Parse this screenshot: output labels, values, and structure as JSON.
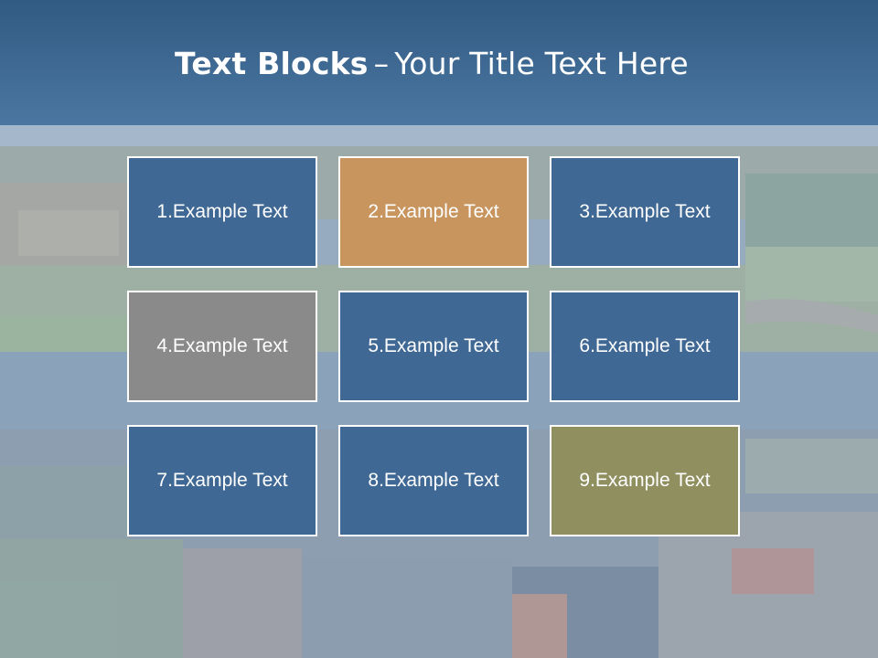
{
  "title": {
    "bold": "Text Blocks",
    "dash": "–",
    "rest": "Your Title Text Here"
  },
  "blocks": [
    {
      "label": "1.Example Text",
      "color": "#3f6894"
    },
    {
      "label": "2.Example Text",
      "color": "#c8955f"
    },
    {
      "label": "3.Example Text",
      "color": "#3f6894"
    },
    {
      "label": "4.Example Text",
      "color": "#8a8a8a"
    },
    {
      "label": "5.Example Text",
      "color": "#3f6894"
    },
    {
      "label": "6.Example Text",
      "color": "#3f6894"
    },
    {
      "label": "7.Example Text",
      "color": "#3f6894"
    },
    {
      "label": "8.Example Text",
      "color": "#3f6894"
    },
    {
      "label": "9.Example Text",
      "color": "#8f8f60"
    }
  ],
  "colors": {
    "title_bar": "#3a6690",
    "block_border": "#ffffff"
  }
}
